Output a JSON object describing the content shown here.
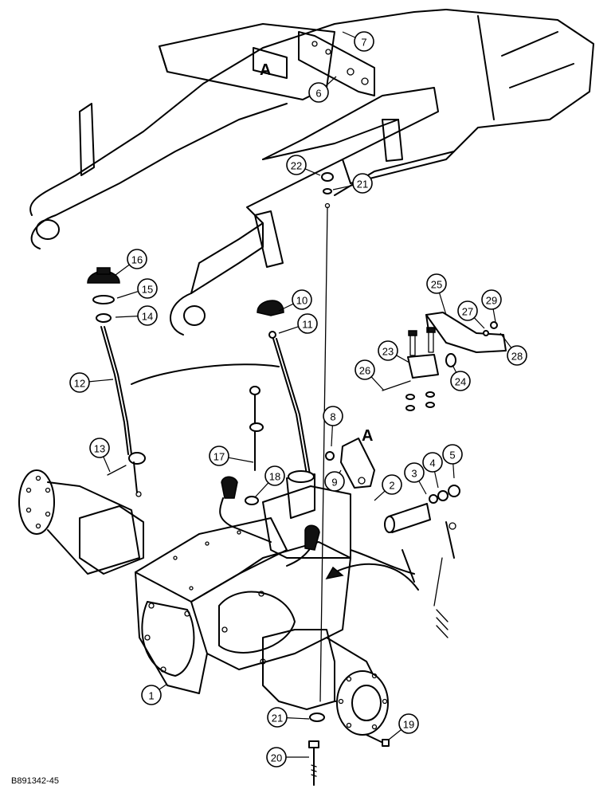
{
  "figure_code": "B891342-45",
  "view_marks": [
    "A",
    "A"
  ],
  "callouts": [
    "1",
    "2",
    "3",
    "4",
    "5",
    "6",
    "7",
    "8",
    "9",
    "10",
    "11",
    "12",
    "13",
    "14",
    "15",
    "16",
    "17",
    "18",
    "19",
    "20",
    "21",
    "21",
    "22",
    "23",
    "24",
    "25",
    "26",
    "27",
    "28",
    "29"
  ]
}
